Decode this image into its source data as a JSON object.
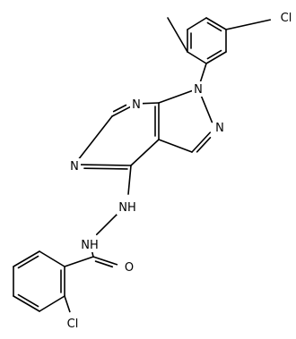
{
  "molecule": {
    "labels": {
      "cl_top": "Cl",
      "n1": "N",
      "n_pyrazole": "N",
      "n_pyrimidine_top": "N",
      "n_pyrimidine_left": "N",
      "nh_top": "NH",
      "nh_bottom": "NH",
      "o": "O",
      "cl_bottom": "Cl"
    },
    "colors": {
      "bond": "#000000",
      "label": "#000000",
      "background": "#ffffff"
    }
  }
}
